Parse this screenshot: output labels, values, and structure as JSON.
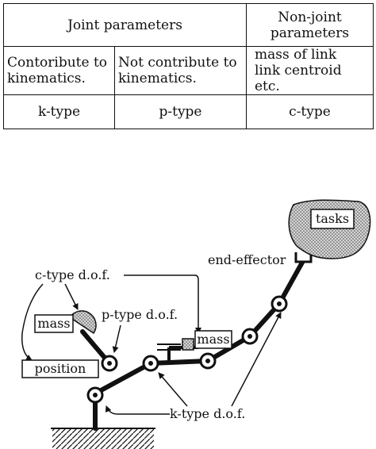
{
  "table": {
    "header": {
      "joint": "Joint parameters",
      "nonjoint_line1": "Non-joint",
      "nonjoint_line2": "parameters"
    },
    "row1": {
      "k_line1": "Contoribute to",
      "k_line2": "kinematics.",
      "p_line1": "Not contribute to",
      "p_line2": "kinematics.",
      "c_line1": "mass of link",
      "c_line2": "link centroid etc."
    },
    "row2": {
      "k": "k-type",
      "p": "p-type",
      "c": "c-type"
    }
  },
  "diagram": {
    "tasks": "tasks",
    "end_effector": "end-effector",
    "c_type_dof": "c-type d.o.f.",
    "p_type_dof": "p-type d.o.f.",
    "k_type_dof": "k-type d.o.f.",
    "mass_left": "mass",
    "mass_right": "mass",
    "position": "position"
  }
}
